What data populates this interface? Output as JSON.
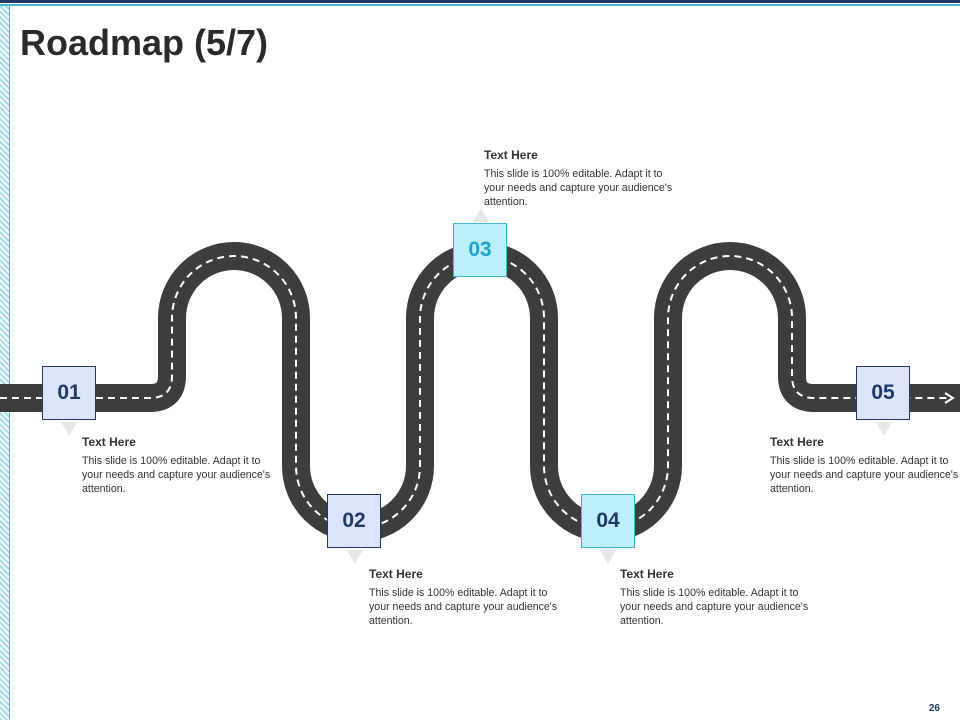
{
  "slide": {
    "title": "Roadmap (5/7)",
    "page_number": "26"
  },
  "milestones": [
    {
      "number": "01",
      "heading": "Text Here",
      "body": "This slide is 100% editable. Adapt it to your needs and capture your audience's attention."
    },
    {
      "number": "02",
      "heading": "Text Here",
      "body": "This slide is 100% editable. Adapt it to your needs and capture your audience's attention."
    },
    {
      "number": "03",
      "heading": "Text Here",
      "body": "This slide is 100% editable. Adapt it to your needs and capture your audience's attention."
    },
    {
      "number": "04",
      "heading": "Text Here",
      "body": "This slide is 100% editable. Adapt it to your needs and capture your audience's attention."
    },
    {
      "number": "05",
      "heading": "Text Here",
      "body": "This slide is 100% editable. Adapt it to your needs and capture your audience's attention."
    }
  ],
  "colors": {
    "road": "#3d3d3d",
    "dark_navy": "#1f3864",
    "accent_cyan": "#41b6d6"
  }
}
